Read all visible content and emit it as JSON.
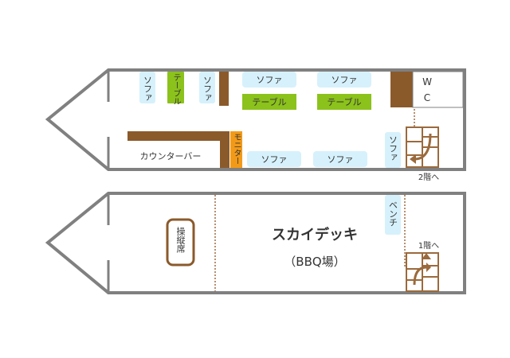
{
  "colors": {
    "hull": "#808080",
    "sofa": "#d6f1fb",
    "table": "#8bc21b",
    "wood": "#8b5a2b",
    "monitor": "#f29a18",
    "stair": "#9b6a3c",
    "dotted": "#a06a40",
    "text": "#333333",
    "white": "#ffffff"
  },
  "deck1": {
    "sofa_top_left_1": "ソファ",
    "table_top_left": "テーブル",
    "sofa_top_left_2": "ソファ",
    "sofa_top_center_1": "ソファ",
    "sofa_top_center_2": "ソファ",
    "table_center_1": "テーブル",
    "table_center_2": "テーブル",
    "wc_line1": "W",
    "wc_line2": "C",
    "counter_bar": "カウンターバー",
    "monitor": "モニター",
    "sofa_bottom_1": "ソファ",
    "sofa_bottom_2": "ソファ",
    "sofa_stair": "ソファ",
    "stair_label": "2階へ"
  },
  "deck2": {
    "pilot_seat": "操縦席",
    "skydeck": "スカイデッキ",
    "bbq": "（BBQ場）",
    "bench": "ベンチ",
    "stair_label": "1階へ"
  }
}
